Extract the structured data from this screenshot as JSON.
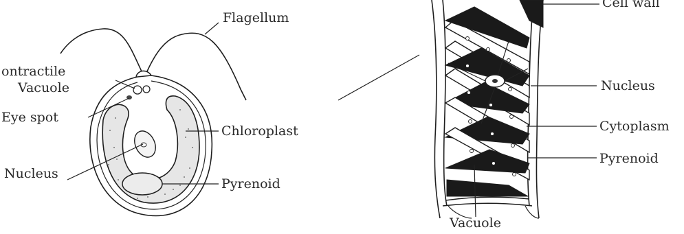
{
  "left_diagram": {
    "labels": {
      "flagellum": "Flagellum",
      "contractile_vacuole_line1": "ontractile",
      "contractile_vacuole_line2": "Vacuole",
      "eye_spot": "Eye spot",
      "chloroplast": "Chloroplast",
      "nucleus": "Nucleus",
      "pyrenoid": "Pyrenoid"
    }
  },
  "right_diagram": {
    "labels": {
      "cell_wall": "Cell wall",
      "nucleus": "Nucleus",
      "cytoplasm": "Cytoplasm",
      "pyrenoid": "Pyrenoid",
      "vacuole": "Vacuole"
    }
  }
}
